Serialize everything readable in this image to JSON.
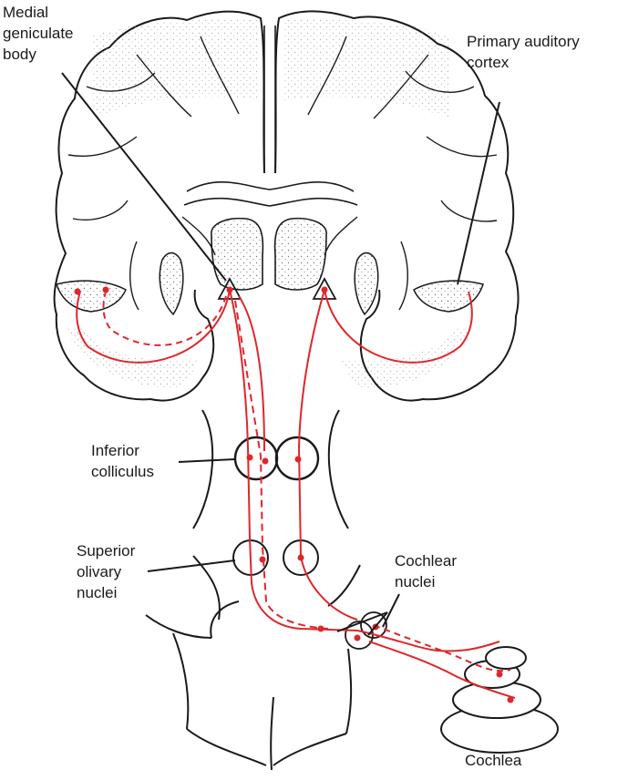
{
  "labels": {
    "medial_geniculate": [
      "Medial",
      "geniculate",
      "body"
    ],
    "primary_auditory": [
      "Primary auditory",
      "cortex"
    ],
    "inferior_colliculus": [
      "Inferior",
      "colliculus"
    ],
    "superior_olivary": [
      "Superior",
      "olivary",
      "nuclei"
    ],
    "cochlear_nuclei": [
      "Cochlear",
      "nuclei"
    ],
    "cochlea": "Cochlea"
  },
  "colors": {
    "outline": "#1a1a1a",
    "pathway": "#e0262b",
    "stipple": "#7a7a7a"
  }
}
